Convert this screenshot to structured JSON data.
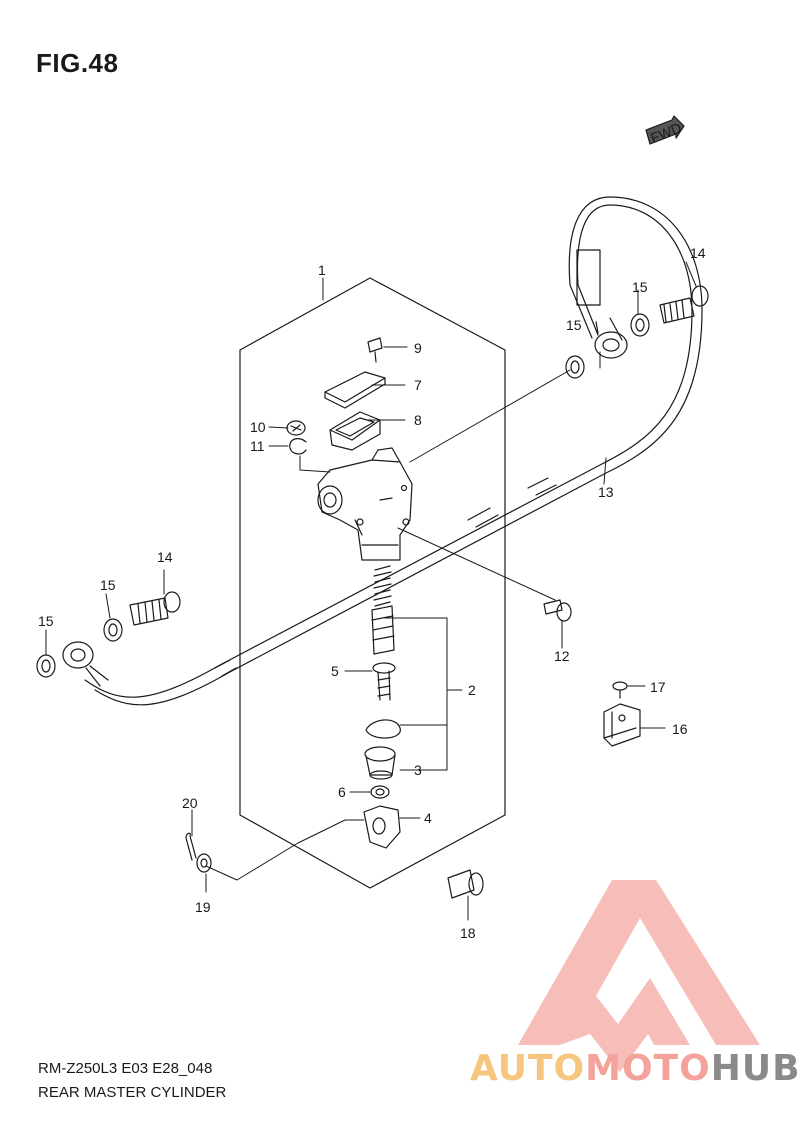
{
  "figure": {
    "title": "FIG.48",
    "model_code": "RM-Z250L3  E03  E28_048",
    "part_group_name": "REAR MASTER CYLINDER",
    "direction_badge": "FWD"
  },
  "callouts": [
    "1",
    "2",
    "3",
    "4",
    "5",
    "6",
    "7",
    "8",
    "9",
    "10",
    "11",
    "12",
    "13",
    "14",
    "14",
    "15",
    "15",
    "15",
    "15",
    "16",
    "17",
    "18",
    "19",
    "20"
  ],
  "watermark": {
    "segments": [
      "AUTO",
      "MOTO",
      "HUB"
    ],
    "colors": {
      "auto": "#f6c57e",
      "moto": "#f4a39b",
      "hub": "#8a8a8a",
      "logo": "#f4a39b"
    },
    "logo_icon": "triangle-m-logo-icon"
  }
}
